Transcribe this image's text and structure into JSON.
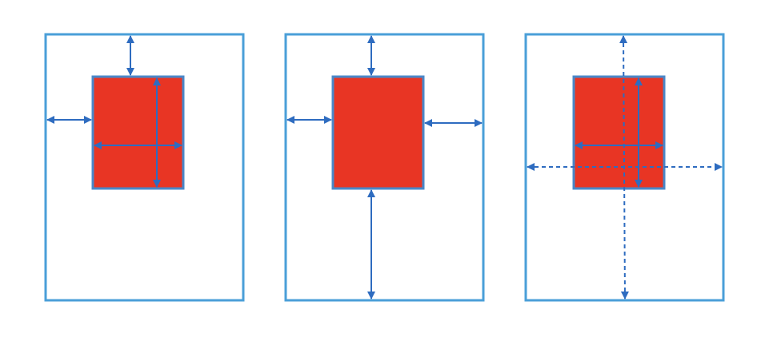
{
  "diagram": {
    "panel_count": 3,
    "colors": {
      "frame": "#4a9fd8",
      "box_fill": "#e83524",
      "box_border": "#4a87c8",
      "arrow": "#2e6cc0",
      "background": "#ffffff"
    },
    "panels": [
      {
        "name": "panel-1",
        "arrow_style": "solid"
      },
      {
        "name": "panel-2",
        "arrow_style": "solid"
      },
      {
        "name": "panel-3",
        "arrow_style": "dashed"
      }
    ]
  }
}
